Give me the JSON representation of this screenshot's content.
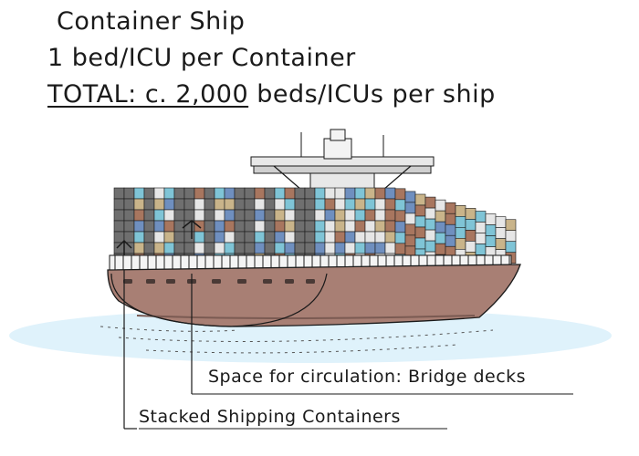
{
  "heading": {
    "title": "Container Ship",
    "capacity": "1 bed/ICU per Container",
    "total_label": "TOTAL: c. 2,000",
    "total_suffix": " beds/ICUs per ship"
  },
  "labels": {
    "circulation": "Space for circulation: Bridge decks",
    "containers": "Stacked Shipping Containers"
  },
  "colors": {
    "hull": "#a87f74",
    "hull_dark": "#7a5a52",
    "container_grey": "#6f6f6f",
    "container_brown": "#a8765f",
    "container_blue": "#6f8fbf",
    "container_teal": "#7fc4d6",
    "container_tan": "#c9b48a",
    "container_light": "#e6e6e6",
    "water": "#dff2fb",
    "ink": "#1a1a1a"
  }
}
